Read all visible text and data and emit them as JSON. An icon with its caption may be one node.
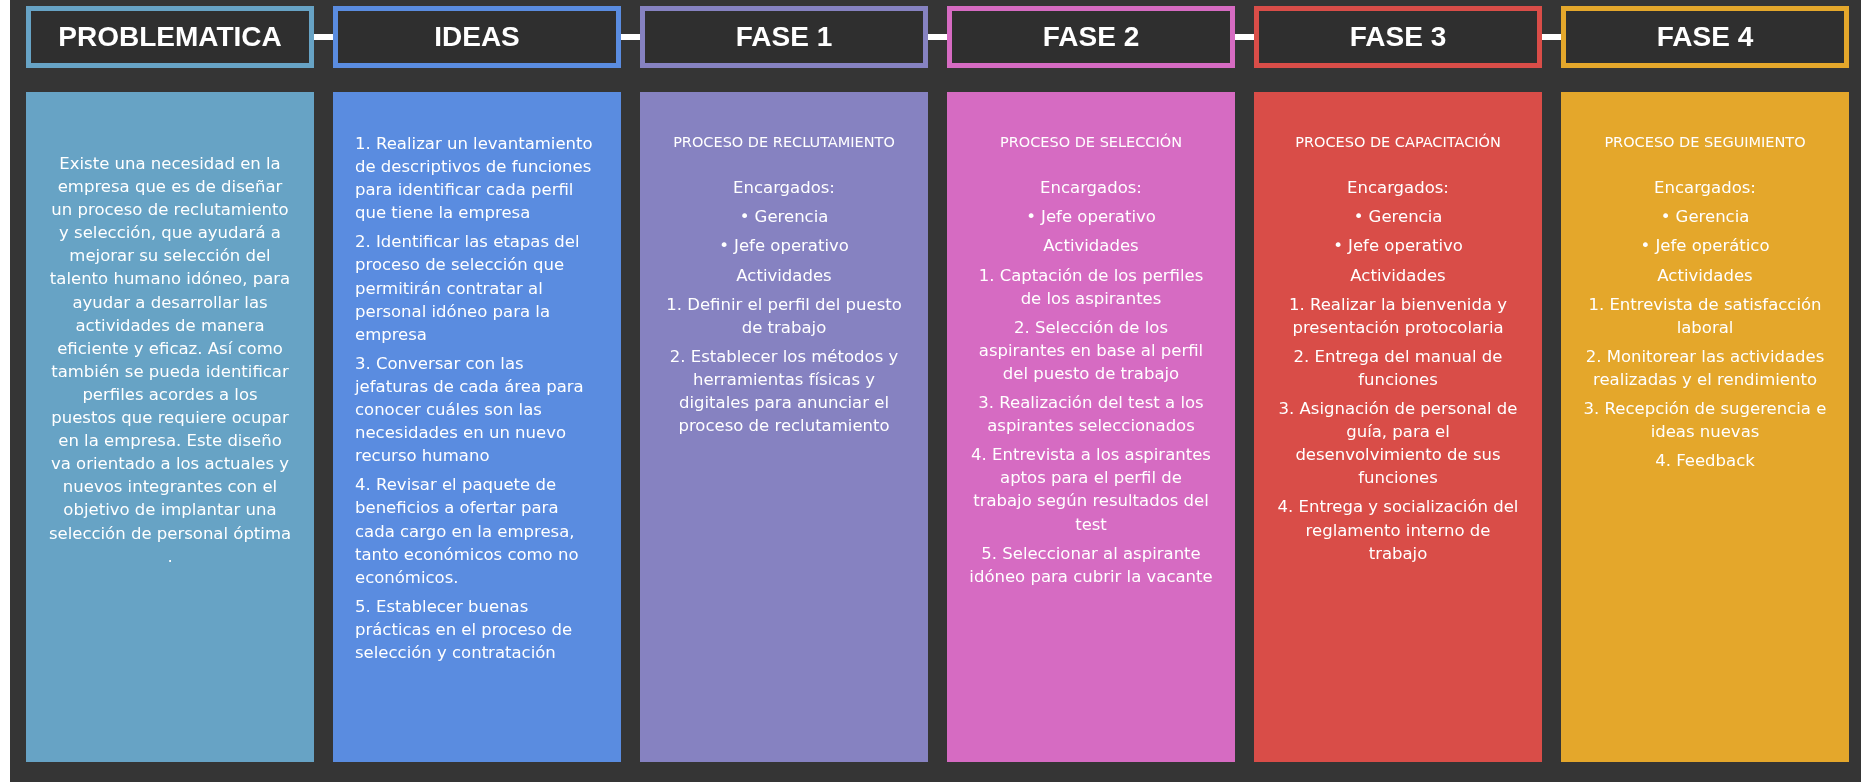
{
  "diagram": {
    "nodes": [
      {
        "text": [
          "PROBLEMATICA"
        ]
      },
      {
        "text": [
          "IDEAS"
        ]
      },
      {
        "text": [
          "FASE 1"
        ]
      },
      {
        "text": [
          "FASE 2"
        ]
      },
      {
        "text": [
          "FASE 3"
        ]
      },
      {
        "text": [
          "FASE 4"
        ]
      },
      {
        "text": [
          "Existe una necesidad en la empresa que es de diseñar un proceso de reclutamiento y selección, que ayudará a mejorar su selección del talento humano idóneo, para ayudar a desarrollar las actividades de manera eficiente y eficaz. Así como también se pueda identificar perfiles acordes a los puestos que requiere ocupar en la empresa. Este diseño va orientado a los actuales y nuevos integrantes con el objetivo de implantar una selección de personal óptima ."
        ]
      },
      {
        "text": [
          "1. Realizar un levantamiento de descriptivos de funciones para identificar cada perfil que tiene la empresa",
          "2. Identificar las etapas del proceso de selección que permitirán contratar al personal idóneo para la empresa",
          "3. Conversar con las jefaturas de cada área para conocer cuáles son las necesidades en un nuevo recurso humano",
          "4. Revisar el paquete de beneficios a ofertar para cada cargo en la empresa, tanto económicos como no económicos.",
          "5. Establecer buenas prácticas en el proceso de selección y contratación"
        ]
      },
      {
        "text": [
          "PROCESO DE RECLUTAMIENTO",
          "Encargados:",
          "• Gerencia",
          "• Jefe operativo",
          "Actividades",
          "1. Definir el perfil del puesto de trabajo",
          "2. Establecer los métodos y herramientas físicas y digitales para anunciar el proceso de reclutamiento"
        ]
      },
      {
        "text": [
          "PROCESO DE SELECCIÓN",
          "Encargados:",
          "• Jefe operativo",
          "Actividades",
          "1. Captación de los perfiles de los aspirantes",
          "2. Selección de los aspirantes en base al perfil del puesto de trabajo",
          "3. Realización del test a los aspirantes seleccionados",
          "4. Entrevista a los aspirantes aptos para el perfil de trabajo según resultados del test",
          "5. Seleccionar al aspirante idóneo para cubrir la vacante"
        ]
      },
      {
        "text": [
          "PROCESO DE CAPACITACIÓN",
          "Encargados:",
          "• Gerencia",
          "• Jefe operativo",
          "Actividades",
          "1. Realizar la bienvenida y presentación protocolaria",
          "2. Entrega del manual de funciones",
          "3. Asignación de personal de guía, para el desenvolvimiento de sus funciones",
          "4. Entrega y socialización del reglamento interno de trabajo"
        ]
      },
      {
        "text": [
          "PROCESO DE SEGUIMIENTO",
          "Encargados:",
          "• Gerencia",
          "• Jefe operático",
          "Actividades",
          "1. Entrevista de satisfacción laboral",
          "2. Monitorear las actividades realizadas y el rendimiento",
          "3. Recepción de sugerencia e ideas nuevas",
          "4. Feedback"
        ]
      }
    ],
    "edges": [
      {
        "from": 0,
        "to": 1,
        "arrow": "none"
      },
      {
        "from": 1,
        "to": 2,
        "arrow": "none"
      },
      {
        "from": 2,
        "to": 3,
        "arrow": "none"
      },
      {
        "from": 3,
        "to": 4,
        "arrow": "none"
      },
      {
        "from": 4,
        "to": 5,
        "arrow": "none"
      }
    ]
  }
}
